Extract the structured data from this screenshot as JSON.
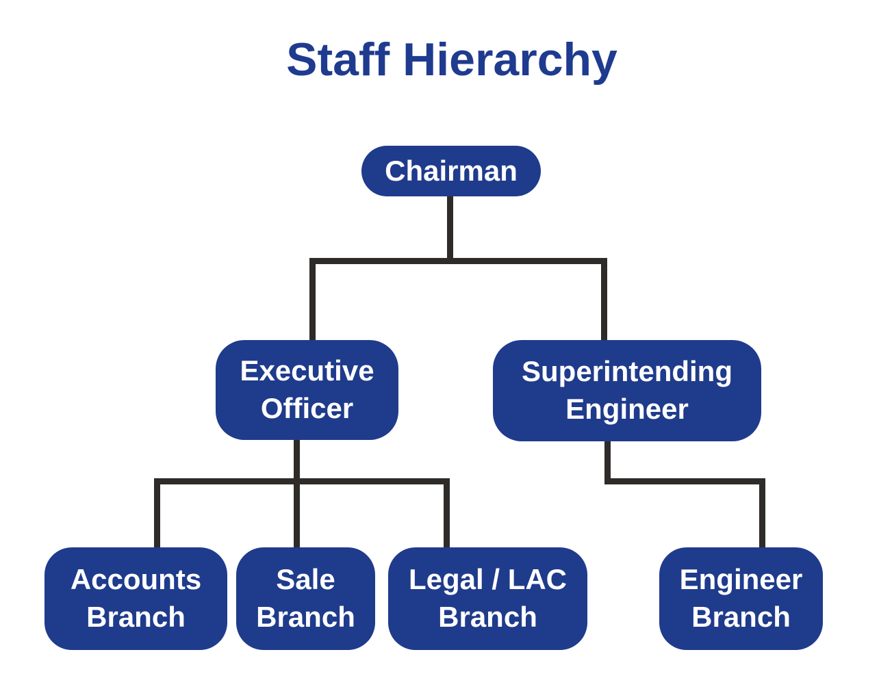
{
  "title": "Staff Hierarchy",
  "colors": {
    "brand_blue": "#1f3b8c",
    "title_blue": "#1f3b8f",
    "connector_black": "#2e2b28",
    "node_text": "#ffffff",
    "background": "#ffffff"
  },
  "nodes": {
    "chairman": {
      "label": "Chairman",
      "level": 1
    },
    "executive_officer": {
      "label": "Executive Officer",
      "level": 2
    },
    "superintending_engineer": {
      "label": "Superintending Engineer",
      "level": 2
    },
    "accounts_branch": {
      "label": "Accounts Branch",
      "level": 3
    },
    "sale_branch": {
      "label": "Sale Branch",
      "level": 3
    },
    "legal_lac_branch": {
      "label": "Legal / LAC Branch",
      "level": 3
    },
    "engineer_branch": {
      "label": "Engineer Branch",
      "level": 3
    }
  },
  "hierarchy": [
    {
      "parent": "Chairman",
      "children": [
        "Executive Officer",
        "Superintending Engineer"
      ]
    },
    {
      "parent": "Executive Officer",
      "children": [
        "Accounts Branch",
        "Sale Branch",
        "Legal / LAC Branch"
      ]
    },
    {
      "parent": "Superintending Engineer",
      "children": [
        "Engineer Branch"
      ]
    }
  ]
}
